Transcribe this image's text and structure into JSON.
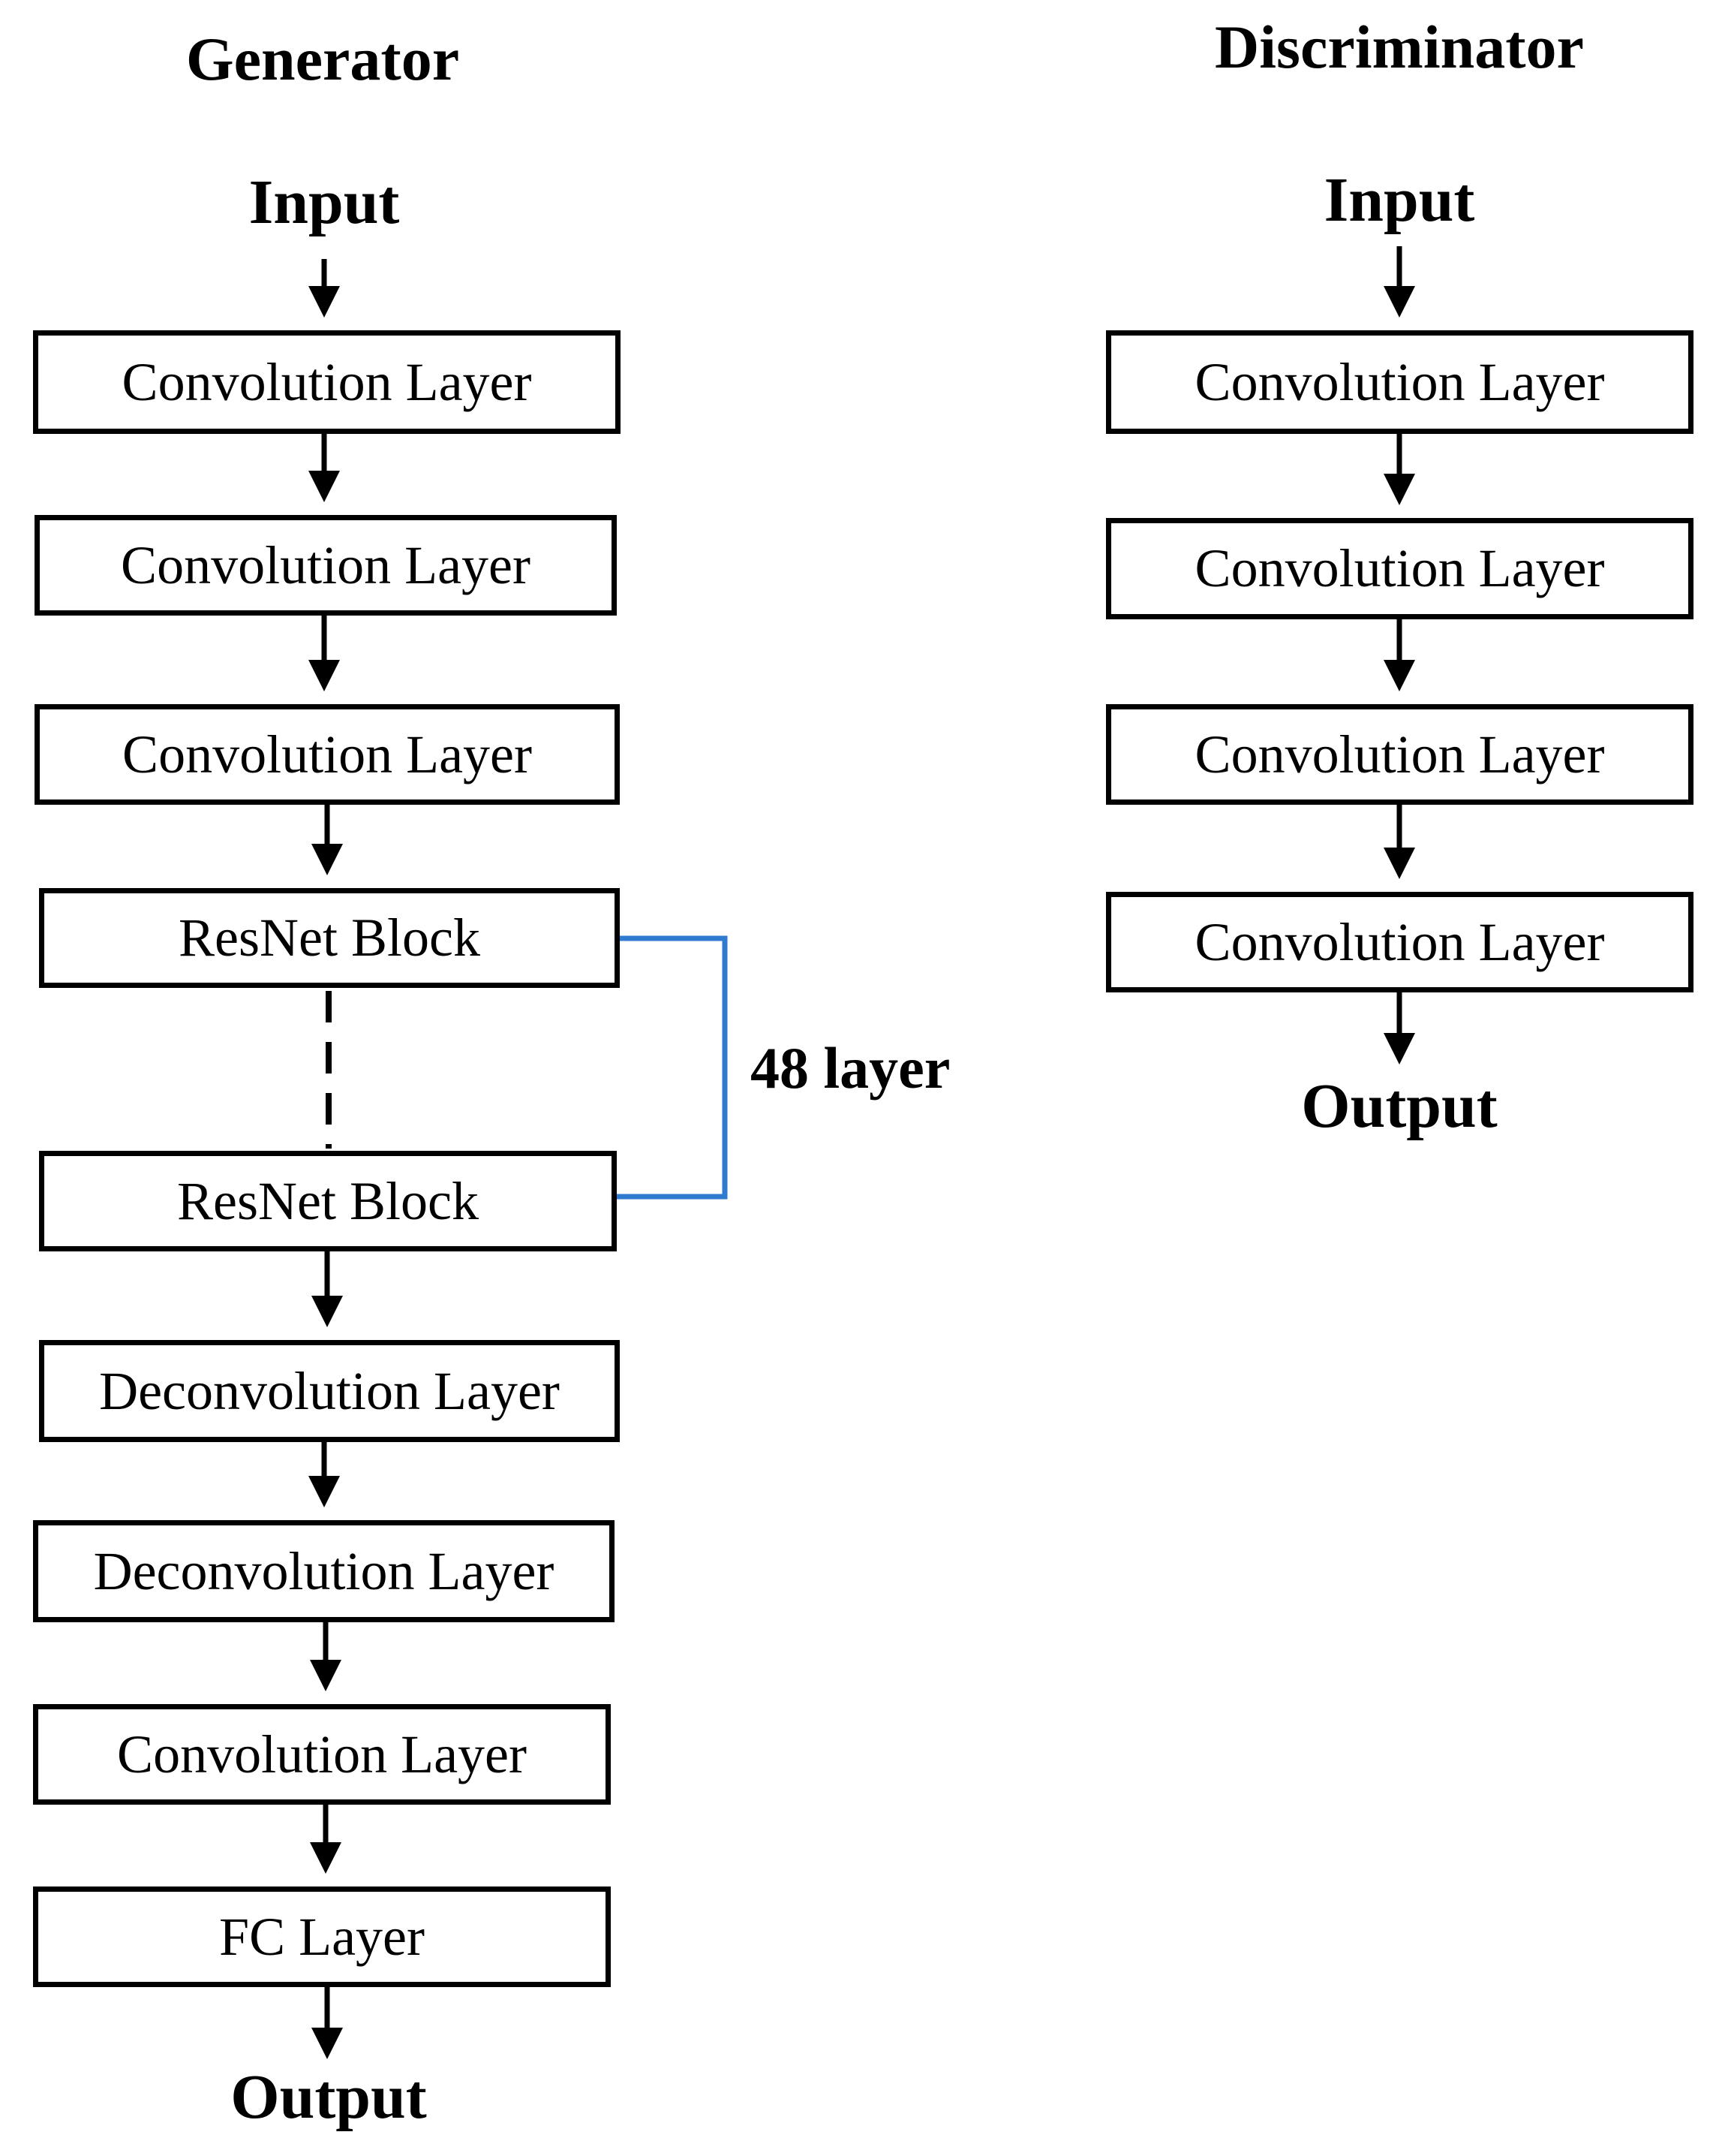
{
  "generator": {
    "title": "Generator",
    "input": "Input",
    "output": "Output",
    "layers": [
      "Convolution Layer",
      "Convolution Layer",
      "Convolution Layer",
      "ResNet Block",
      "ResNet Block",
      "Deconvolution Layer",
      "Deconvolution Layer",
      "Convolution Layer",
      "FC Layer"
    ],
    "resnet_bracket_label": "48 layer",
    "bracket_color": "#2f7bd0"
  },
  "discriminator": {
    "title": "Discriminator",
    "input": "Input",
    "output": "Output",
    "layers": [
      "Convolution Layer",
      "Convolution Layer",
      "Convolution Layer",
      "Convolution Layer"
    ]
  }
}
